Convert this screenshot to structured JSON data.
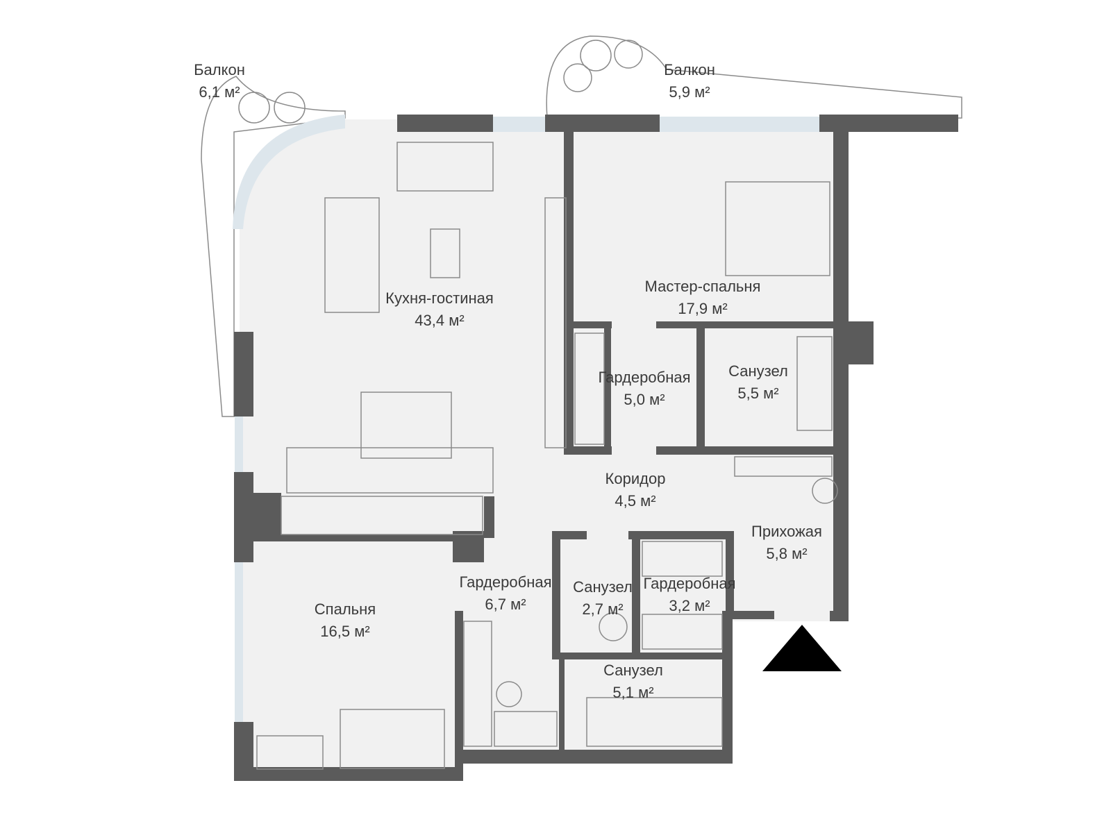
{
  "rooms": [
    {
      "name": "Балкон",
      "area": "6,1 м²"
    },
    {
      "name": "Балкон",
      "area": "5,9 м²"
    },
    {
      "name": "Кухня-гостиная",
      "area": "43,4 м²"
    },
    {
      "name": "Мастер-спальня",
      "area": "17,9 м²"
    },
    {
      "name": "Гардеробная",
      "area": "5,0 м²"
    },
    {
      "name": "Санузел",
      "area": "5,5 м²"
    },
    {
      "name": "Коридор",
      "area": "4,5 м²"
    },
    {
      "name": "Прихожая",
      "area": "5,8 м²"
    },
    {
      "name": "Гардеробная",
      "area": "6,7 м²"
    },
    {
      "name": "Санузел",
      "area": "2,7 м²"
    },
    {
      "name": "Гардеробная",
      "area": "3,2 м²"
    },
    {
      "name": "Спальня",
      "area": "16,5 м²"
    },
    {
      "name": "Санузел",
      "area": "5,1 м²"
    }
  ],
  "colors": {
    "wall": "#5b5b5b",
    "floor": "#f1f1f1",
    "glass": "#dde6ec"
  },
  "entrance_icon": "triangle-entrance-marker"
}
